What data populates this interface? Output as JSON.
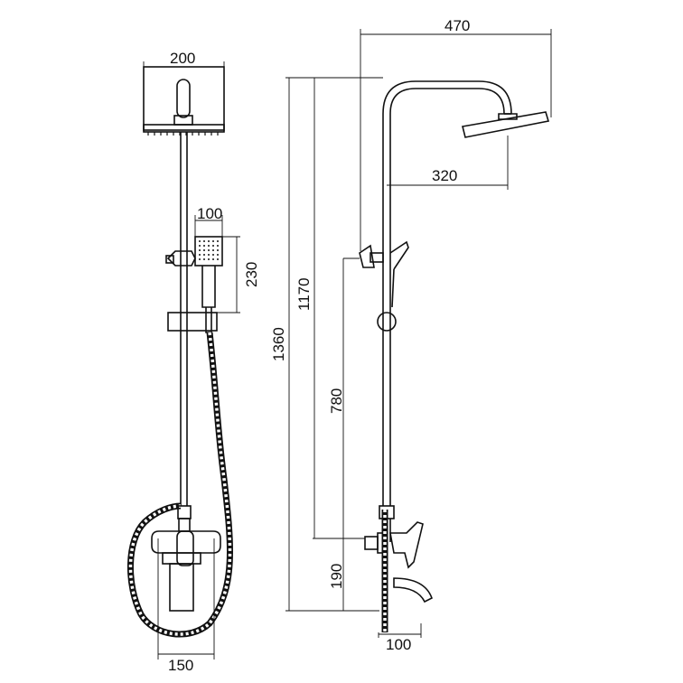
{
  "dimensions": {
    "head_width": "200",
    "handshower_width": "100",
    "handshower_height": "230",
    "total_height": "1360",
    "rail_height": "1170",
    "slider_height": "780",
    "mixer_height": "190",
    "arm_reach": "470",
    "head_offset": "320",
    "mixer_width": "150",
    "spout_reach": "100"
  }
}
